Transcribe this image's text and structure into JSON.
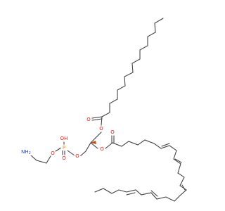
{
  "atoms": {
    "ester_top_o": {
      "text": "O",
      "color": "#e8190f"
    },
    "ester_top_carbonyl_o": {
      "text": "O",
      "color": "#e8190f"
    },
    "ester_mid_o": {
      "text": "O",
      "color": "#e8190f"
    },
    "ester_mid_carbonyl_o": {
      "text": "O",
      "color": "#e8190f"
    },
    "glycerol_o": {
      "text": "O",
      "color": "#e8190f"
    },
    "phosphorus": {
      "text": "P",
      "color": "#f08c00"
    },
    "p_hydroxyl": {
      "text": "OH",
      "color": "#e8190f"
    },
    "p_oxo": {
      "text": "O",
      "color": "#e8190f"
    },
    "p_ester_o": {
      "text": "O",
      "color": "#e8190f"
    },
    "amine": {
      "text": "NH",
      "sub": "2",
      "color": "#2a4bd7"
    }
  },
  "colors": {
    "bond": "#3a3a3a",
    "oxygen": "#e8190f",
    "phosphorus": "#f08c00",
    "nitrogen": "#2a4bd7"
  }
}
